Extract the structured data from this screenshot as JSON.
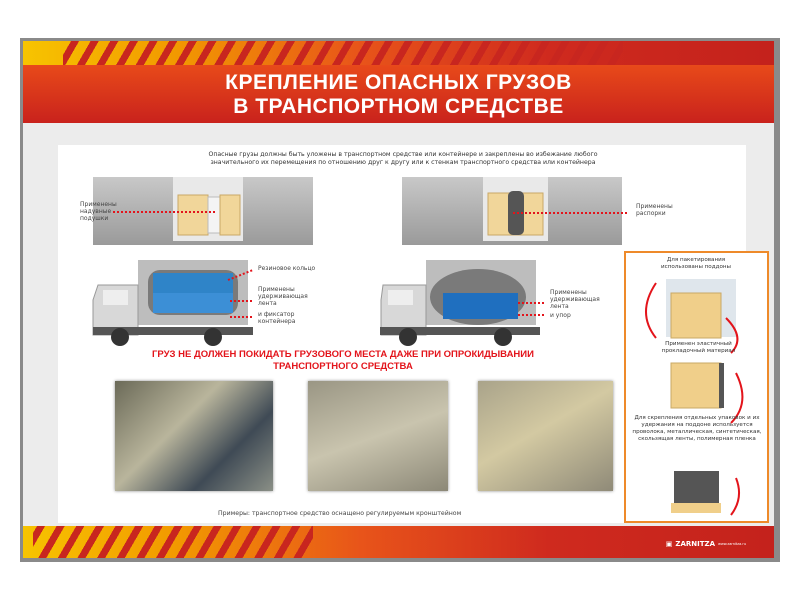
{
  "title": {
    "line1": "КРЕПЛЕНИЕ ОПАСНЫХ ГРУЗОВ",
    "line2": "В ТРАНСПОРТНОМ СРЕДСТВЕ"
  },
  "intro": "Опасные грузы должны быть уложены в транспортном средстве или контейнере и закреплены во избежание любого значительного их перемещения по отношению друг к другу или к стенкам транспортного средства или контейнера",
  "labels": {
    "airbags": "Применены надувные подушки",
    "spacers": "Применены распорки",
    "rubber_ring": "Резиновое кольцо",
    "strap1": "Применены удерживающая лента",
    "fixator": "и фиксатор контейнера",
    "strap2": "Применены удерживающая лента",
    "stop": "и упор"
  },
  "warning": {
    "line1": "ГРУЗ НЕ ДОЛЖЕН ПОКИДАТЬ ГРУЗОВОГО МЕСТА ДАЖЕ ПРИ ОПРОКИДЫВАНИИ",
    "line2": "ТРАНСПОРТНОГО СРЕДСТВА"
  },
  "caption": "Примеры: транспортное средство оснащено регулируемым кронштейном",
  "side_box": {
    "text1": "Для пакетирования использованы поддоны",
    "text2": "Применен эластичный прокладочный материал",
    "text3": "Для скрепления отдельных упаковок и их удержания на поддоне используется проволока, металлическая, синтетическая, скользящая ленты, полимерная пленка"
  },
  "brand": {
    "name": "ZARNITZA",
    "contacts": "www.zarnitza.ru"
  },
  "colors": {
    "accent_red": "#e3141b",
    "orange": "#ee8a2a",
    "yellow": "#f7c400"
  }
}
